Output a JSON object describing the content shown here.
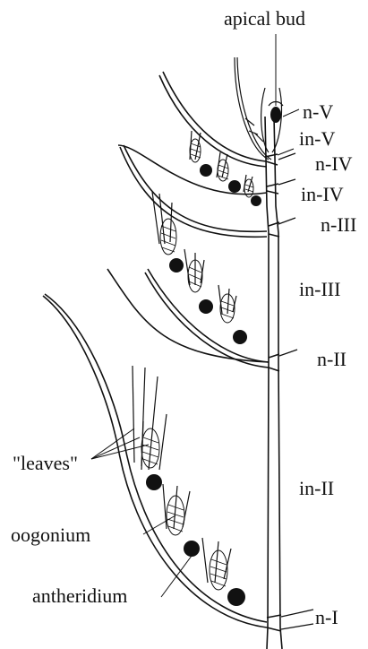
{
  "labels": {
    "apical_bud": "apical bud",
    "n_V": "n-V",
    "in_V": "in-V",
    "n_IV": "n-IV",
    "in_IV": "in-IV",
    "n_III": "n-III",
    "in_III": "in-III",
    "n_II": "n-II",
    "leaves": "\"leaves\"",
    "in_II": "in-II",
    "oogonium": "oogonium",
    "antheridium": "antheridium",
    "n_I": "n-I"
  },
  "colors": {
    "ink": "#111111",
    "background": "#ffffff"
  }
}
